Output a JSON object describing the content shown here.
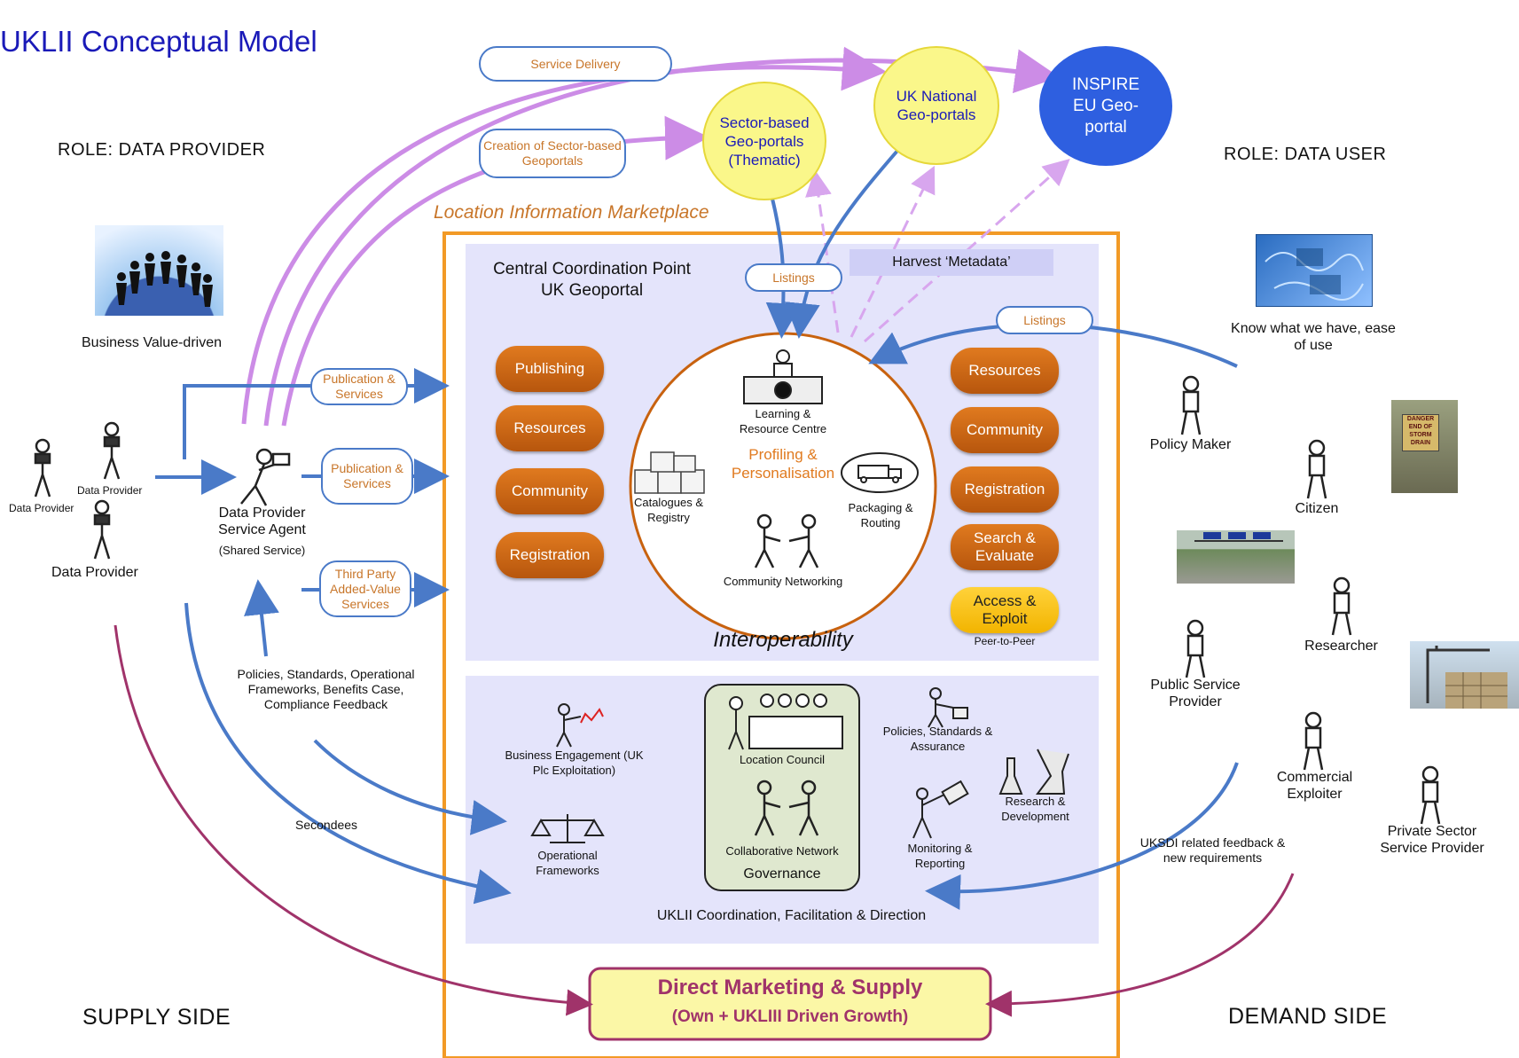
{
  "title": "UKLII Conceptual Model",
  "roles": {
    "provider": "ROLE:  DATA PROVIDER",
    "user": "ROLE:  DATA USER"
  },
  "sides": {
    "supply": "SUPPLY SIDE",
    "demand": "DEMAND SIDE"
  },
  "portals": {
    "sector": "Sector-based Geo-portals (Thematic)",
    "national": "UK National Geo-portals",
    "inspire": "INSPIRE EU Geo-portal"
  },
  "top_tags": {
    "service_delivery": "Service Delivery",
    "creation": "Creation of Sector-based Geoportals"
  },
  "marketplace": "Location Information Marketplace",
  "listings_left": "Listings",
  "listings_right": "Listings",
  "harvest": "Harvest ‘Metadata’",
  "central": {
    "line1": "Central Coordination Point",
    "line2": "UK Geoportal"
  },
  "left_pills": [
    "Publishing",
    "Resources",
    "Community",
    "Registration"
  ],
  "right_pills": [
    "Resources",
    "Community",
    "Registration",
    "Search & Evaluate"
  ],
  "access": "Access & Exploit",
  "peer": "Peer-to-Peer",
  "circle": {
    "learning": "Learning & Resource Centre",
    "profiling": "Profiling & Personalisation",
    "catalogues": "Catalogues & Registry",
    "packaging": "Packaging & Routing",
    "networking": "Community Networking"
  },
  "interoperability": "Interoperability",
  "governance": {
    "business": "Business Engagement (UK Plc Exploitation)",
    "operational": "Operational Frameworks",
    "council": "Location Council",
    "collab": "Collaborative Network",
    "governance": "Governance",
    "policies": "Policies, Standards & Assurance",
    "research": "Research & Development",
    "monitoring": "Monitoring & Reporting",
    "footer": "UKLII Coordination, Facilitation & Direction"
  },
  "direct": {
    "line1": "Direct Marketing & Supply",
    "line2": "(Own + UKLIII Driven Growth)"
  },
  "left": {
    "business_value": "Business Value-driven",
    "dp1": "Data Provider",
    "dp2": "Data Provider",
    "dp3": "Data Provider",
    "agent": "Data Provider Service Agent",
    "agent_sub": "(Shared Service)",
    "tag_pub1": "Publication & Services",
    "tag_pub2": "Publication & Services",
    "tag_third": "Third Party Added-Value Services",
    "policies": "Policies, Standards, Operational Frameworks, Benefits Case, Compliance Feedback",
    "secondees": "Secondees"
  },
  "right": {
    "know": "Know what we have, ease of use",
    "policy_maker": "Policy Maker",
    "citizen": "Citizen",
    "researcher": "Researcher",
    "public_service": "Public Service Provider",
    "commercial": "Commercial Exploiter",
    "private": "Private Sector Service Provider",
    "feedback": "UKSDI related feedback & new requirements",
    "sign": "DANGER END OF STORM DRAIN"
  },
  "colors": {
    "title": "#1a1ab8",
    "orange": "#c8620f",
    "panel": "#e4e4fb",
    "arrow_blue": "#4a7ac8",
    "arrow_violet": "#cc8ce6",
    "arrow_maroon": "#a0336a"
  }
}
